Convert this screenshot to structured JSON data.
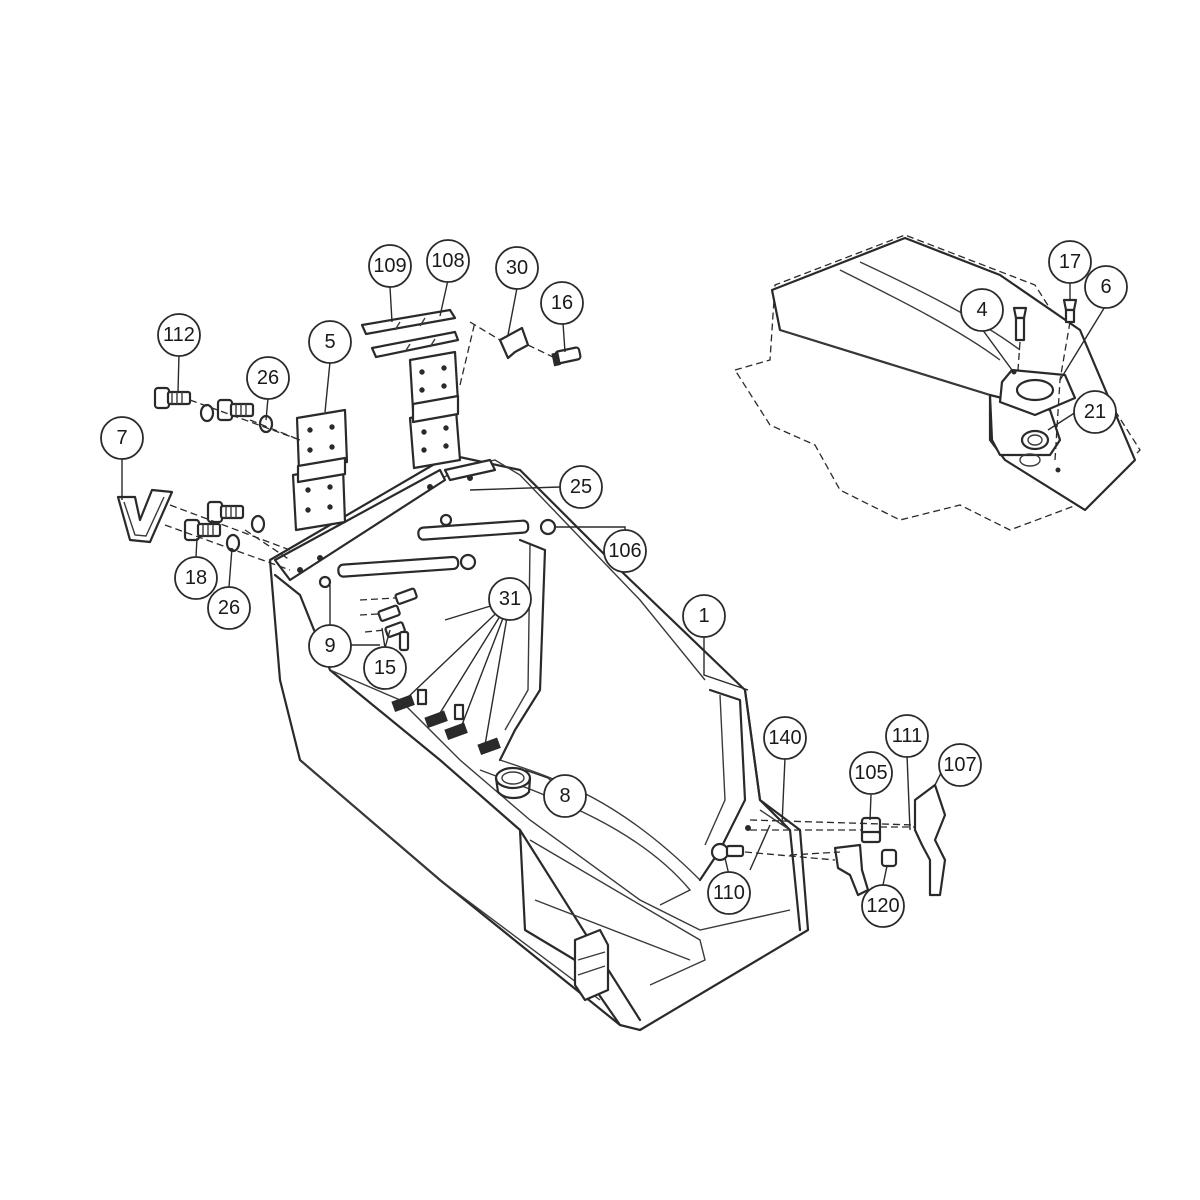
{
  "diagram": {
    "callouts": [
      {
        "id": "c109",
        "label": "109"
      },
      {
        "id": "c108",
        "label": "108"
      },
      {
        "id": "c30",
        "label": "30"
      },
      {
        "id": "c16",
        "label": "16"
      },
      {
        "id": "c112",
        "label": "112"
      },
      {
        "id": "c5",
        "label": "5"
      },
      {
        "id": "c26a",
        "label": "26"
      },
      {
        "id": "c7",
        "label": "7"
      },
      {
        "id": "c25",
        "label": "25"
      },
      {
        "id": "c106",
        "label": "106"
      },
      {
        "id": "c18",
        "label": "18"
      },
      {
        "id": "c26b",
        "label": "26"
      },
      {
        "id": "c31",
        "label": "31"
      },
      {
        "id": "c1",
        "label": "1"
      },
      {
        "id": "c9",
        "label": "9"
      },
      {
        "id": "c15",
        "label": "15"
      },
      {
        "id": "c140",
        "label": "140"
      },
      {
        "id": "c111",
        "label": "111"
      },
      {
        "id": "c105",
        "label": "105"
      },
      {
        "id": "c107",
        "label": "107"
      },
      {
        "id": "c8",
        "label": "8"
      },
      {
        "id": "c110",
        "label": "110"
      },
      {
        "id": "c120",
        "label": "120"
      },
      {
        "id": "c17",
        "label": "17"
      },
      {
        "id": "c4",
        "label": "4"
      },
      {
        "id": "c6",
        "label": "6"
      },
      {
        "id": "c21",
        "label": "21"
      }
    ]
  }
}
